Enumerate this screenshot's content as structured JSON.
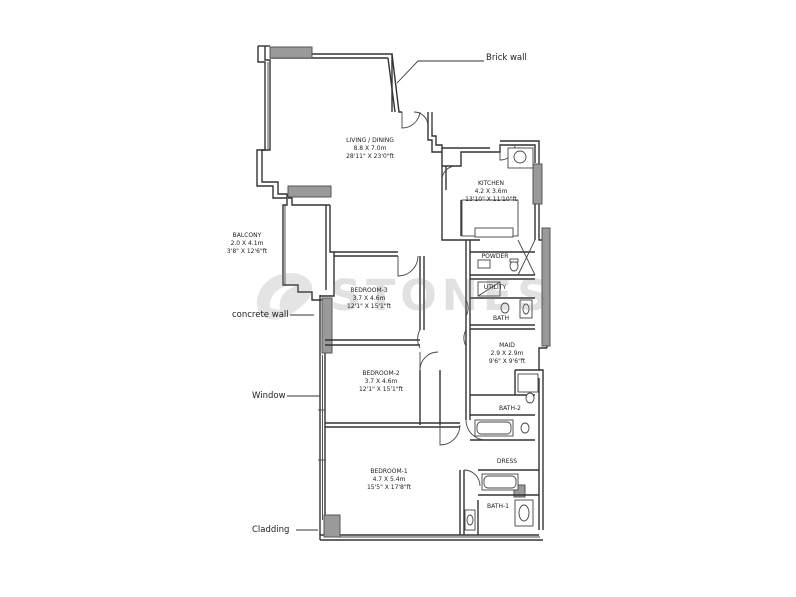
{
  "annotations": {
    "brick_wall": "Brick wall",
    "concrete_wall": "concrete wall",
    "window": "Window",
    "cladding": "Cladding"
  },
  "rooms": {
    "living": {
      "name": "LIVING / DINING",
      "metric": "8.8 X 7.0m",
      "imperial": "28'11\" X 23'0\"ft"
    },
    "kitchen": {
      "name": "KITCHEN",
      "metric": "4.2 X 3.6m",
      "imperial": "13'10\" X 11'10\"ft"
    },
    "balcony": {
      "name": "BALCONY",
      "metric": "2.0 X 4.1m",
      "imperial": "3'8\" X 12'6\"ft"
    },
    "powder": {
      "name": "POWDER"
    },
    "utility": {
      "name": "UTILITY"
    },
    "bath": {
      "name": "BATH"
    },
    "maid": {
      "name": "MAID",
      "metric": "2.9 X 2.9m",
      "imperial": "9'6\" X 9'6\"ft"
    },
    "bedroom3": {
      "name": "BEDROOM-3",
      "metric": "3.7 X 4.6m",
      "imperial": "12'1\" X 15'1\"ft"
    },
    "bedroom2": {
      "name": "BEDROOM-2",
      "metric": "3.7 X 4.6m",
      "imperial": "12'1\" X 15'1\"ft"
    },
    "bath2": {
      "name": "BATH-2"
    },
    "dress": {
      "name": "DRESS"
    },
    "bedroom1": {
      "name": "BEDROOM-1",
      "metric": "4.7 X 5.4m",
      "imperial": "15'5\" X 17'8\"ft"
    },
    "bath1": {
      "name": "BATH-1"
    }
  },
  "watermark": {
    "text": "STONES"
  },
  "colors": {
    "line": "#333333",
    "accent_fill": "#9a9a9a",
    "background": "#ffffff"
  }
}
